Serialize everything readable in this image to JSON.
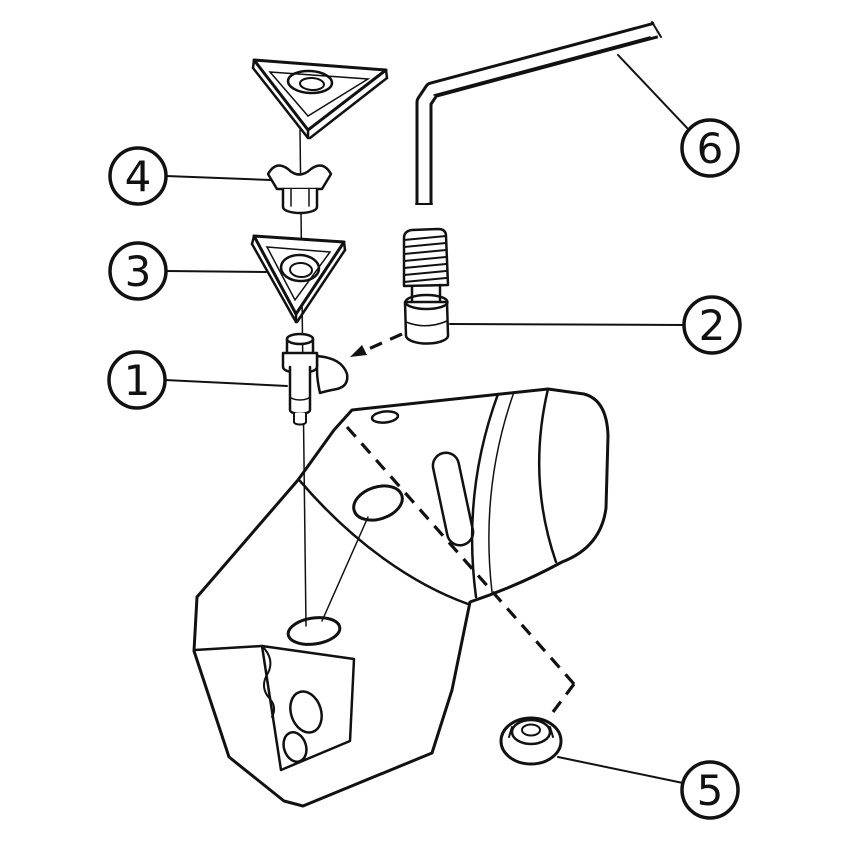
{
  "page": {
    "background": "#ffffff",
    "line_color": "#111111"
  },
  "callouts": [
    {
      "label": "1"
    },
    {
      "label": "2"
    },
    {
      "label": "3"
    },
    {
      "label": "4"
    },
    {
      "label": "5"
    },
    {
      "label": "6"
    }
  ]
}
